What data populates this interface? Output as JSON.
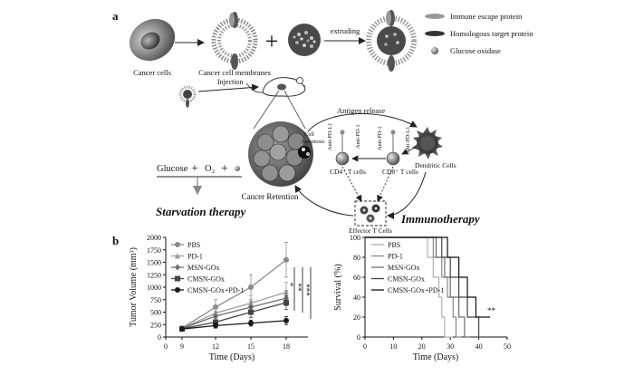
{
  "panels": {
    "a": "a",
    "b": "b"
  },
  "legend_top": [
    "Immune escape protein",
    "Homologous target protein",
    "Glucose oxidase"
  ],
  "steps": {
    "cancer_cells": "Cancer cells",
    "membranes": "Cancer cell membranes",
    "extruding": "extruding"
  },
  "injection": "Injection",
  "antigen_release": "Antigen release",
  "cell_apoptosis": "Cell\nApoptosis",
  "anti_pd1": "Anti-PD-1",
  "anti_pdl1": "Anti-PD-L1",
  "cd4": "CD4⁺ T cells",
  "cd8": "CD8⁺ T cells",
  "dendritic": "Dendritic Cells",
  "cancer_retention": "Cancer Retention",
  "effector": "Effector T Cells",
  "equation": {
    "glucose": "Glucose",
    "o2": "O₂"
  },
  "starvation": "Starvation therapy",
  "immunotherapy": "Immunotherapy",
  "chart_data": [
    {
      "type": "line",
      "ylabel": "Tumor Volume (mm³)",
      "xlabel": "Time (Days)",
      "x": [
        9,
        12,
        15,
        18
      ],
      "xticks": [
        "0",
        "9",
        "12",
        "15",
        "18"
      ],
      "yticks": [
        "0",
        "250",
        "500",
        "750",
        "1000",
        "1250",
        "1500",
        "1750",
        "2000"
      ],
      "ylim": [
        0,
        2000
      ],
      "significance": [
        "*",
        "**",
        "***"
      ],
      "series": [
        {
          "name": "PBS",
          "values": [
            180,
            600,
            1000,
            1550
          ],
          "err": [
            30,
            150,
            250,
            350
          ],
          "color": "#8a8a8a",
          "marker": "circle"
        },
        {
          "name": "PD-1",
          "values": [
            175,
            480,
            680,
            900
          ],
          "err": [
            25,
            100,
            150,
            200
          ],
          "color": "#9e9e9e",
          "marker": "triangle"
        },
        {
          "name": "MSN-GOx",
          "values": [
            170,
            420,
            600,
            780
          ],
          "err": [
            25,
            90,
            120,
            150
          ],
          "color": "#6e6e6e",
          "marker": "diamond"
        },
        {
          "name": "CMSN-GOx",
          "values": [
            165,
            300,
            500,
            690
          ],
          "err": [
            20,
            80,
            110,
            140
          ],
          "color": "#444444",
          "marker": "square"
        },
        {
          "name": "CMSN-GOx+PD-1",
          "values": [
            160,
            230,
            280,
            330
          ],
          "err": [
            20,
            50,
            60,
            80
          ],
          "color": "#1a1a1a",
          "marker": "circle"
        }
      ]
    },
    {
      "type": "line",
      "ylabel": "Survival (%)",
      "xlabel": "Time (Days)",
      "xticks": [
        "0",
        "10",
        "20",
        "30",
        "40",
        "50"
      ],
      "yticks": [
        "0",
        "20",
        "40",
        "60",
        "80",
        "100"
      ],
      "xlim": [
        0,
        50
      ],
      "ylim": [
        0,
        100
      ],
      "significance": "**",
      "series": [
        {
          "name": "PBS",
          "steps": [
            [
              0,
              100
            ],
            [
              22,
              100
            ],
            [
              22,
              80
            ],
            [
              24,
              80
            ],
            [
              24,
              60
            ],
            [
              26,
              60
            ],
            [
              26,
              40
            ],
            [
              27,
              40
            ],
            [
              27,
              20
            ],
            [
              28,
              20
            ],
            [
              28,
              0
            ],
            [
              31,
              0
            ]
          ],
          "color": "#b0b0b0"
        },
        {
          "name": "PD-1",
          "steps": [
            [
              0,
              100
            ],
            [
              24,
              100
            ],
            [
              24,
              80
            ],
            [
              27,
              80
            ],
            [
              27,
              60
            ],
            [
              29,
              60
            ],
            [
              29,
              40
            ],
            [
              31,
              40
            ],
            [
              31,
              20
            ],
            [
              32,
              20
            ],
            [
              32,
              0
            ],
            [
              34,
              0
            ]
          ],
          "color": "#8a8a8a"
        },
        {
          "name": "MSN-GOx",
          "steps": [
            [
              0,
              100
            ],
            [
              25,
              100
            ],
            [
              25,
              80
            ],
            [
              28,
              80
            ],
            [
              28,
              60
            ],
            [
              30,
              60
            ],
            [
              30,
              40
            ],
            [
              33,
              40
            ],
            [
              33,
              20
            ],
            [
              35,
              20
            ],
            [
              35,
              0
            ],
            [
              37,
              0
            ]
          ],
          "color": "#6e6e6e"
        },
        {
          "name": "CMSN-GOx",
          "steps": [
            [
              0,
              100
            ],
            [
              27,
              100
            ],
            [
              27,
              80
            ],
            [
              30,
              80
            ],
            [
              30,
              60
            ],
            [
              33,
              60
            ],
            [
              33,
              40
            ],
            [
              36,
              40
            ],
            [
              36,
              20
            ],
            [
              40,
              20
            ],
            [
              40,
              0
            ],
            [
              41,
              0
            ]
          ],
          "color": "#444444"
        },
        {
          "name": "CMSN-GOx+PD-1",
          "steps": [
            [
              0,
              100
            ],
            [
              29,
              100
            ],
            [
              29,
              80
            ],
            [
              33,
              80
            ],
            [
              33,
              60
            ],
            [
              36,
              60
            ],
            [
              36,
              40
            ],
            [
              39,
              40
            ],
            [
              39,
              20
            ],
            [
              44,
              20
            ],
            [
              44,
              20
            ]
          ],
          "color": "#111111"
        }
      ]
    }
  ]
}
